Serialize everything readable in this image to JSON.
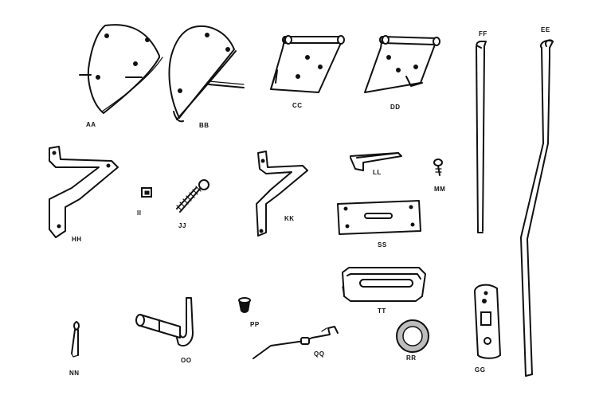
{
  "parts": [
    {
      "id": "aa",
      "label": "AA"
    },
    {
      "id": "bb",
      "label": "BB"
    },
    {
      "id": "cc",
      "label": "CC"
    },
    {
      "id": "dd",
      "label": "DD"
    },
    {
      "id": "ff",
      "label": "FF"
    },
    {
      "id": "ee",
      "label": "EE"
    },
    {
      "id": "hh",
      "label": "HH"
    },
    {
      "id": "ii",
      "label": "II"
    },
    {
      "id": "jj",
      "label": "JJ"
    },
    {
      "id": "kk",
      "label": "KK"
    },
    {
      "id": "ll",
      "label": "LL"
    },
    {
      "id": "mm",
      "label": "MM"
    },
    {
      "id": "ss",
      "label": "SS"
    },
    {
      "id": "tt",
      "label": "TT"
    },
    {
      "id": "nn",
      "label": "NN"
    },
    {
      "id": "oo",
      "label": "OO"
    },
    {
      "id": "pp",
      "label": "PP"
    },
    {
      "id": "qq",
      "label": "QQ"
    },
    {
      "id": "rr",
      "label": "RR"
    },
    {
      "id": "gg",
      "label": "GG"
    }
  ]
}
